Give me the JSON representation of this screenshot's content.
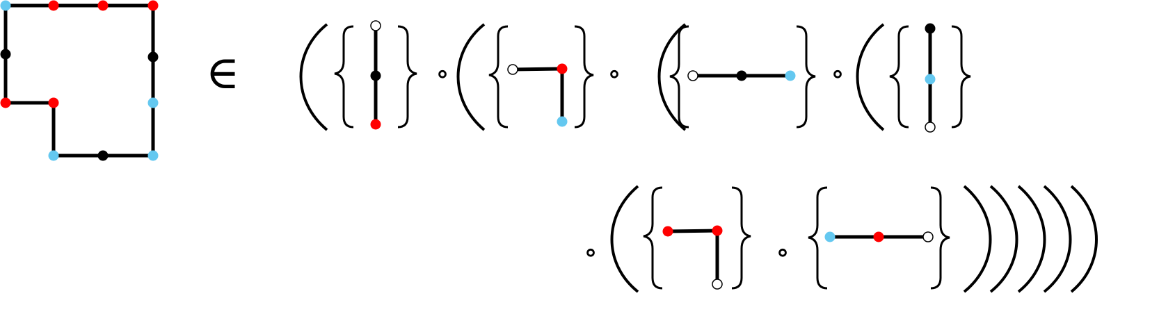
{
  "colors": {
    "red": "#ff0000",
    "blue": "#64c8f0",
    "black": "#000000",
    "white": "#ffffff",
    "stroke": "#000000"
  },
  "symbols": {
    "element_of": "∈",
    "compose": "∘"
  },
  "node_color_names": [
    "red",
    "blue",
    "black",
    "white"
  ],
  "shape": {
    "description_nodes": [
      "blue",
      "red",
      "red",
      "red",
      "black",
      "black",
      "red",
      "red",
      "blue",
      "blue",
      "black",
      "blue"
    ]
  },
  "expression": {
    "row1_factors": [
      {
        "type": "vertical",
        "nodes": [
          "white",
          "black",
          "red"
        ]
      },
      {
        "type": "corner",
        "nodes": [
          "white",
          "red",
          "blue"
        ]
      },
      {
        "type": "horizontal",
        "nodes": [
          "white",
          "black",
          "blue"
        ]
      },
      {
        "type": "vertical",
        "nodes": [
          "black",
          "blue",
          "white"
        ]
      }
    ],
    "row2_factors": [
      {
        "type": "corner",
        "nodes": [
          "red",
          "red",
          "white"
        ]
      },
      {
        "type": "horizontal",
        "nodes": [
          "blue",
          "red",
          "white"
        ]
      }
    ],
    "closing_parens": 5
  }
}
